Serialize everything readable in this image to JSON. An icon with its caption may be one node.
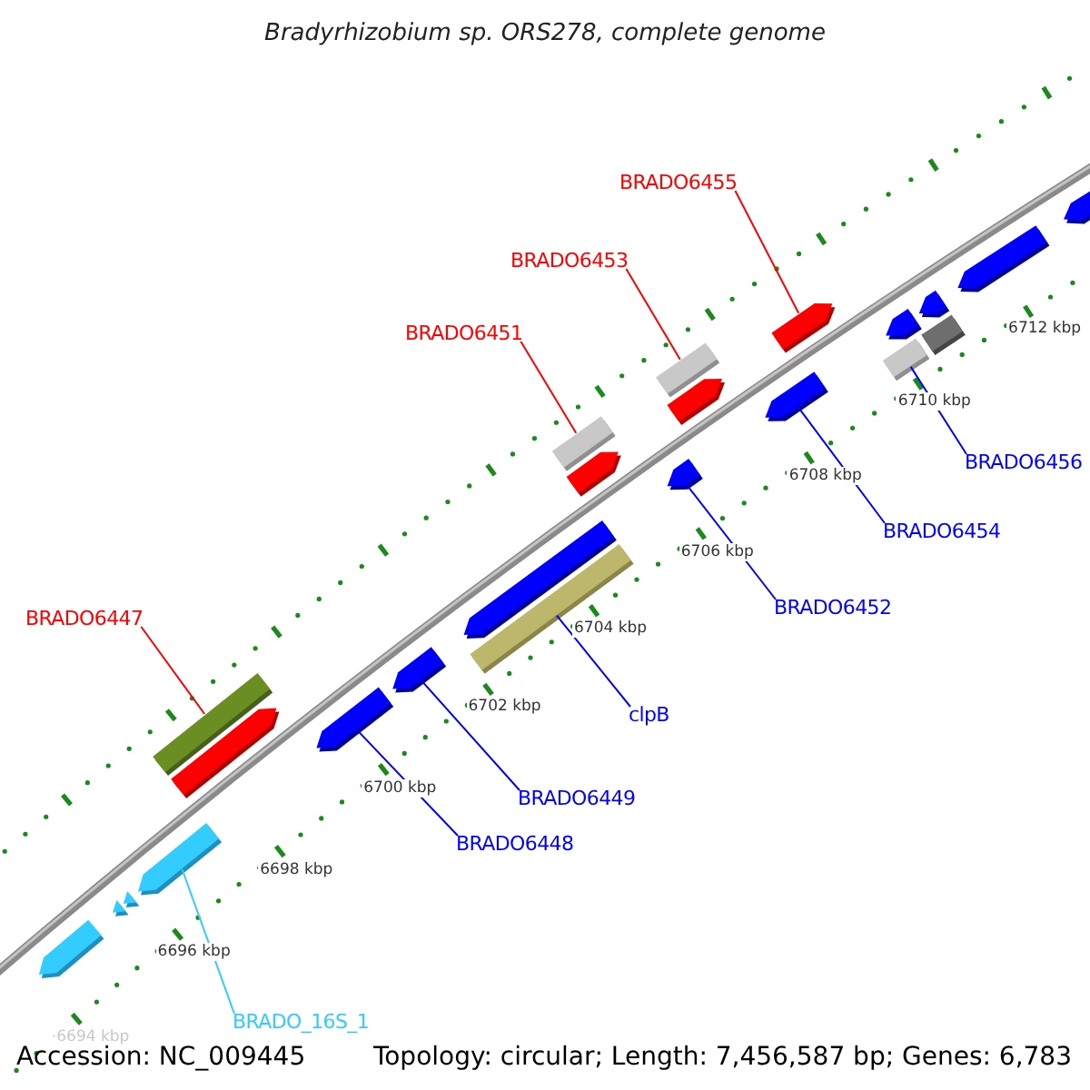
{
  "diagram": {
    "title": "Bradyrhizobium sp. ORS278, complete genome",
    "nodes": [
      {
        "text": [
          "BRADO6455"
        ]
      },
      {
        "text": [
          "BRADO6453"
        ]
      },
      {
        "text": [
          "BRADO6451"
        ]
      },
      {
        "text": [
          "BRADO6456"
        ]
      },
      {
        "text": [
          "BRADO6454"
        ]
      },
      {
        "text": [
          "BRADO6452"
        ]
      },
      {
        "text": [
          "BRADO6447"
        ]
      },
      {
        "text": [
          "clpB"
        ]
      },
      {
        "text": [
          "BRADO6449"
        ]
      },
      {
        "text": [
          "BRADO6448"
        ]
      },
      {
        "text": [
          "BRADO_16S_1"
        ]
      },
      {
        "text": [],
        "shape": "arrow"
      },
      {
        "text": [],
        "shape": "arrow"
      },
      {
        "text": [],
        "shape": "arrow"
      },
      {
        "text": [],
        "shape": "arrow"
      },
      {
        "text": [],
        "shape": "bar"
      },
      {
        "text": [],
        "shape": "arrow"
      },
      {
        "text": [],
        "shape": "arrow"
      },
      {
        "text": [],
        "shape": "arrow"
      },
      {
        "text": [],
        "shape": "arrow"
      },
      {
        "text": [],
        "shape": "bar"
      },
      {
        "text": [],
        "shape": "bar"
      },
      {
        "text": [],
        "shape": "arrow"
      },
      {
        "text": [],
        "shape": "arrow"
      },
      {
        "text": [],
        "shape": "bar"
      },
      {
        "text": [],
        "shape": "arrow"
      },
      {
        "text": [],
        "shape": "arrow"
      },
      {
        "text": [],
        "shape": "arrow"
      },
      {
        "text": [],
        "shape": "arrow"
      },
      {
        "text": [],
        "shape": "bar"
      },
      {
        "text": [],
        "shape": "arrow"
      },
      {
        "text": [],
        "shape": "bar"
      },
      {
        "text": [],
        "shape": "arrow"
      },
      {
        "text": [],
        "shape": "arrow"
      }
    ],
    "edges": [
      {
        "from": 0,
        "to": 27,
        "arrow": "none",
        "color": "#ff0000"
      },
      {
        "from": 1,
        "to": 24,
        "arrow": "none",
        "color": "#ff0000"
      },
      {
        "from": 2,
        "to": 21,
        "arrow": "none",
        "color": "#ff0000"
      },
      {
        "from": 3,
        "to": 29,
        "arrow": "none"
      },
      {
        "from": 4,
        "to": 26,
        "arrow": "none"
      },
      {
        "from": 5,
        "to": 23,
        "arrow": "none"
      },
      {
        "from": 6,
        "to": 15,
        "arrow": "none",
        "color": "#ff0000"
      },
      {
        "from": 7,
        "to": 20,
        "arrow": "none"
      },
      {
        "from": 8,
        "to": 18,
        "arrow": "none"
      },
      {
        "from": 9,
        "to": 17,
        "arrow": "none"
      },
      {
        "from": 10,
        "to": 14,
        "arrow": "none",
        "color": "#33ccff"
      }
    ],
    "labels": [
      "6712 kbp",
      "6710 kbp",
      "6708 kbp",
      "6706 kbp",
      "6704 kbp",
      "6702 kbp",
      "6700 kbp",
      "6698 kbp",
      "6696 kbp",
      "6694 kbp",
      "Accession: NC_009445",
      "Topology: circular; Length: 7,456,587 bp; Genes: 6,783"
    ]
  }
}
